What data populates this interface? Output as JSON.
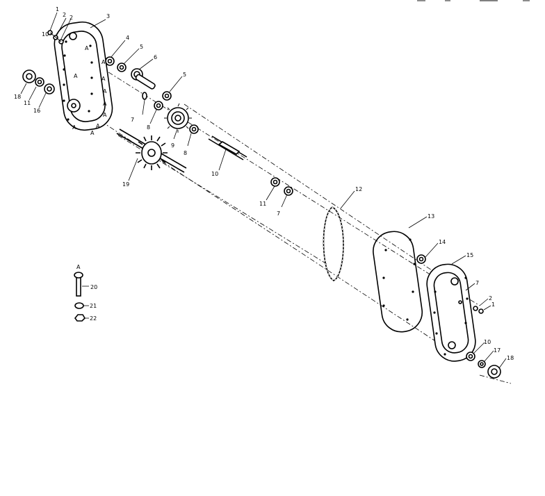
{
  "diagram": {
    "callouts": {
      "p1": "1",
      "p2": "2",
      "p3": "3",
      "p4": "4",
      "p5": "5",
      "p6": "6",
      "p7": "7",
      "p8": "8",
      "p9": "9",
      "p10": "10",
      "p11": "11",
      "p12": "12",
      "p13": "13",
      "p14": "14",
      "p15": "15",
      "p16": "16",
      "p17": "17",
      "p18": "18",
      "p19": "19",
      "p20": "20",
      "p21": "21",
      "p22": "22",
      "pA": "A"
    }
  }
}
